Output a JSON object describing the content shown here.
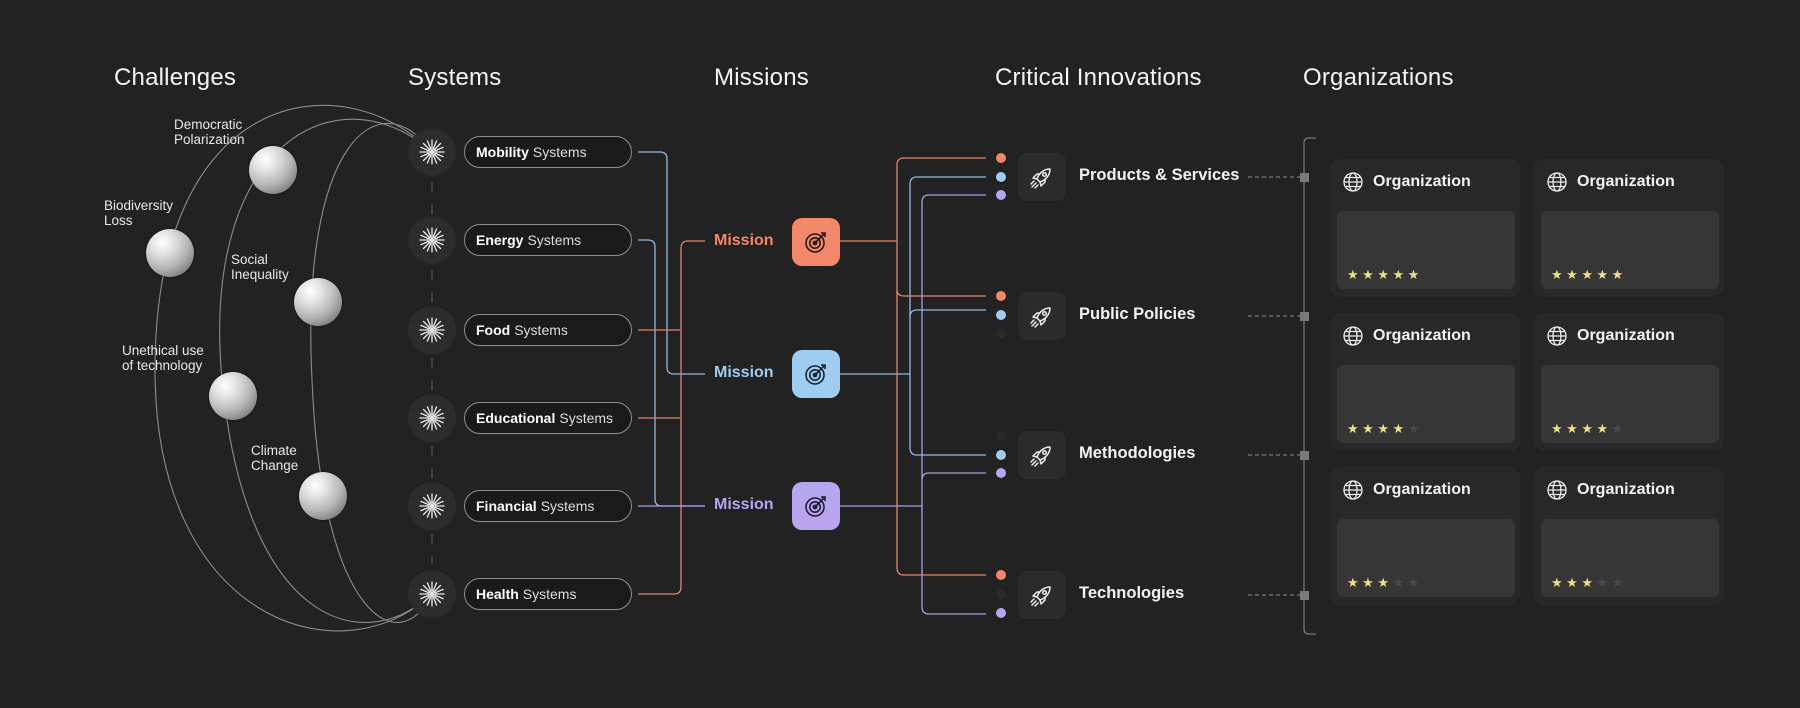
{
  "columns": {
    "challenges": "Challenges",
    "systems": "Systems",
    "missions": "Missions",
    "innovations": "Critical Innovations",
    "organizations": "Organizations"
  },
  "challenges": [
    {
      "label": "Democratic\nPolarization"
    },
    {
      "label": "Biodiversity\nLoss"
    },
    {
      "label": "Social\nInequality"
    },
    {
      "label": "Unethical use\nof technology"
    },
    {
      "label": "Climate\nChange"
    }
  ],
  "systems": [
    {
      "bold": "Mobility",
      "suffix": "Systems"
    },
    {
      "bold": "Energy",
      "suffix": "Systems"
    },
    {
      "bold": "Food",
      "suffix": "Systems"
    },
    {
      "bold": "Educational",
      "suffix": "Systems"
    },
    {
      "bold": "Financial",
      "suffix": "Systems"
    },
    {
      "bold": "Health",
      "suffix": "Systems"
    }
  ],
  "missions": [
    {
      "label": "Mission",
      "color": "#f2876a",
      "icon": "target-icon"
    },
    {
      "label": "Mission",
      "color": "#9fcdf2",
      "icon": "target-icon"
    },
    {
      "label": "Mission",
      "color": "#b8a5f0",
      "icon": "target-icon"
    }
  ],
  "innovations": [
    {
      "label": "Products & Services",
      "icon": "rocket-icon"
    },
    {
      "label": "Public Policies",
      "icon": "rocket-icon"
    },
    {
      "label": "Methodologies",
      "icon": "rocket-icon"
    },
    {
      "label": "Technologies",
      "icon": "rocket-icon"
    }
  ],
  "organizations": [
    {
      "name": "Organization",
      "rating": 5,
      "icon": "globe-icon"
    },
    {
      "name": "Organization",
      "rating": 5,
      "icon": "globe-icon"
    },
    {
      "name": "Organization",
      "rating": 4,
      "icon": "globe-icon"
    },
    {
      "name": "Organization",
      "rating": 4,
      "icon": "globe-icon"
    },
    {
      "name": "Organization",
      "rating": 3,
      "icon": "globe-icon"
    },
    {
      "name": "Organization",
      "rating": 3,
      "icon": "globe-icon"
    }
  ],
  "colors": {
    "background": "#222222",
    "mission_orange": "#f2876a",
    "mission_blue": "#9fcdf2",
    "mission_purple": "#b8a5f0",
    "star": "#e9e08a"
  }
}
